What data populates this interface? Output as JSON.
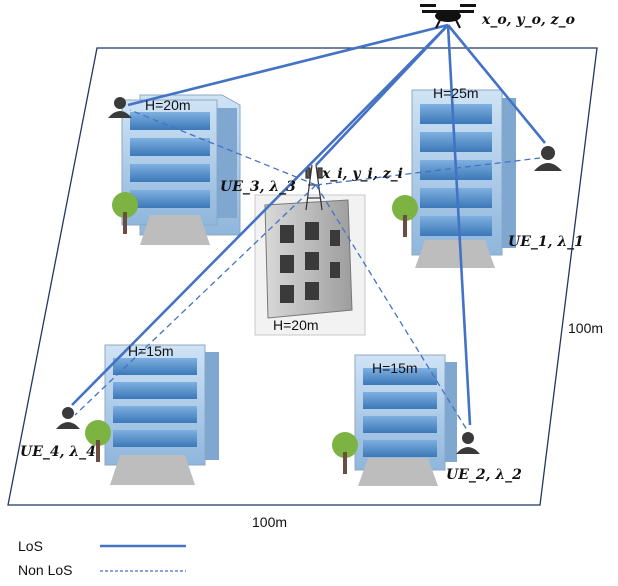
{
  "uav": {
    "coords_label": "x_o, y_o, z_o"
  },
  "central_bs": {
    "height_label": "H=20m",
    "coords_label": "x_i, y_i, z_i"
  },
  "buildings": [
    {
      "id": "top-left",
      "height_label": "H=20m"
    },
    {
      "id": "top-right",
      "height_label": "H=25m"
    },
    {
      "id": "bottom-left",
      "height_label": "H=15m"
    },
    {
      "id": "bottom-right",
      "height_label": "H=15m"
    }
  ],
  "users": [
    {
      "id": "ue1",
      "label": "UE_1, λ_1"
    },
    {
      "id": "ue2",
      "label": "UE_2, λ_2"
    },
    {
      "id": "ue3",
      "label": "UE_3, λ_3"
    },
    {
      "id": "ue4",
      "label": "UE_4, λ_4"
    }
  ],
  "dimensions": {
    "width": "100m",
    "depth": "100m"
  },
  "legend": {
    "los": "LoS",
    "nlos": "Non LoS"
  },
  "colors": {
    "link": "#4472c4",
    "area": "#1f3864",
    "window": "#5b9bd5"
  }
}
